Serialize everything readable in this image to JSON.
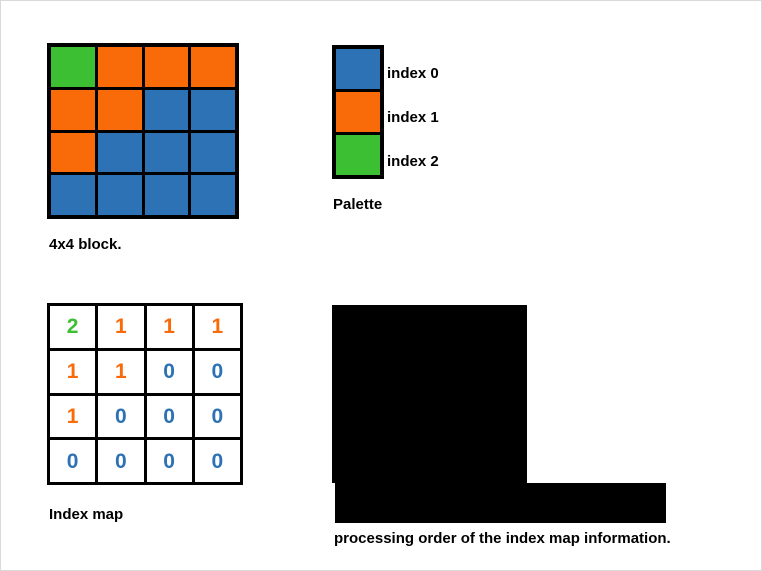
{
  "palette": {
    "title": "Palette",
    "colors": {
      "index0": "#2C72B4",
      "index1": "#F96A09",
      "index2": "#3CBF32",
      "border": "#000000",
      "background": "#FFFFFF"
    },
    "entries": [
      {
        "label": "index 0",
        "color": "#2C72B4"
      },
      {
        "label": "index 1",
        "color": "#F96A09"
      },
      {
        "label": "index 2",
        "color": "#3CBF32"
      }
    ]
  },
  "block": {
    "caption": "4x4 block.",
    "rows": 4,
    "cols": 4,
    "cells": [
      [
        2,
        1,
        1,
        1
      ],
      [
        1,
        1,
        0,
        0
      ],
      [
        1,
        0,
        0,
        0
      ],
      [
        0,
        0,
        0,
        0
      ]
    ]
  },
  "index_map": {
    "caption": "Index map",
    "rows": 4,
    "cols": 4,
    "cells": [
      [
        "2",
        "1",
        "1",
        "1"
      ],
      [
        "1",
        "1",
        "0",
        "0"
      ],
      [
        "1",
        "0",
        "0",
        "0"
      ],
      [
        "0",
        "0",
        "0",
        "0"
      ]
    ]
  },
  "processing_order": {
    "caption": "processing order of the index map information.",
    "redacted": true
  }
}
